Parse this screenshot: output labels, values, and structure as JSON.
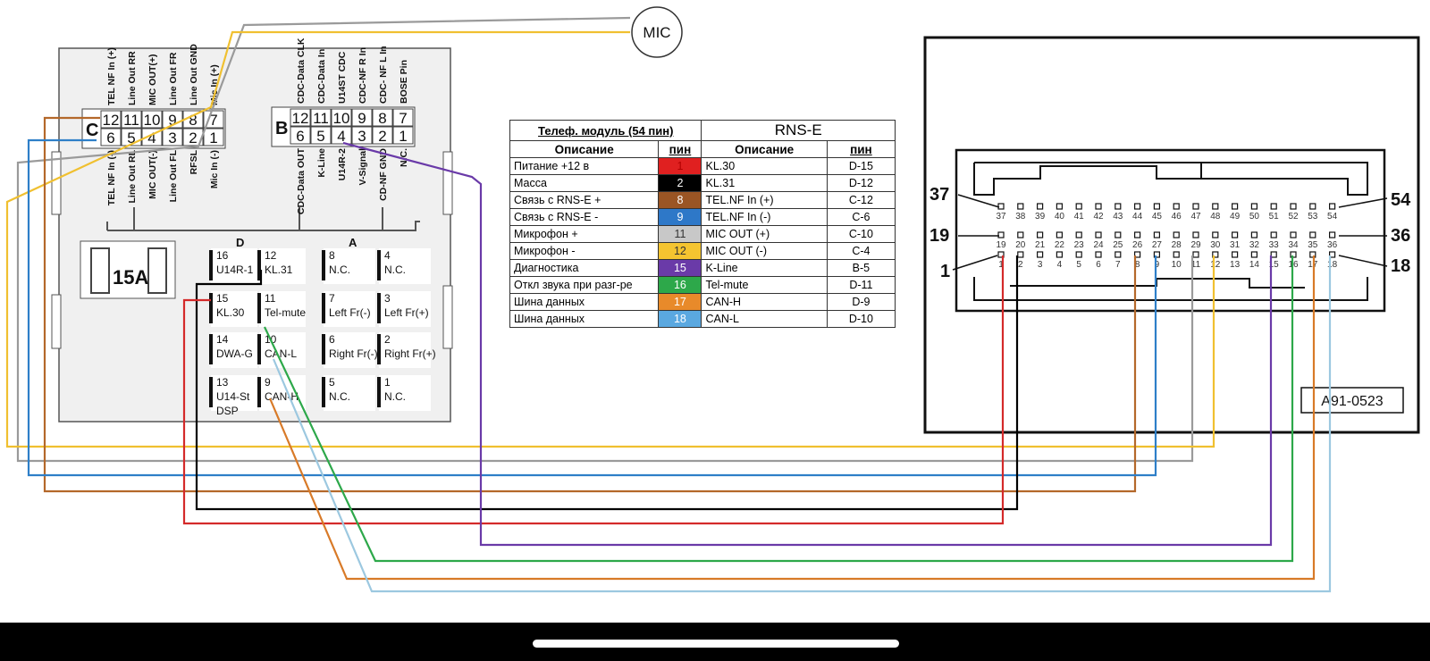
{
  "mic": {
    "label": "MIC"
  },
  "left_connector": {
    "c_block": {
      "letter": "C",
      "top_pins": [
        "12",
        "11",
        "10",
        "9",
        "8",
        "7"
      ],
      "bottom_pins": [
        "6",
        "5",
        "4",
        "3",
        "2",
        "1"
      ],
      "top_labels": [
        "TEL NF In (+)",
        "Line Out RR",
        "MIC OUT(+)",
        "Line Out FR",
        "Line Out GND",
        "Mic In (+)"
      ],
      "bottom_labels": [
        "TEL NF In (-)",
        "Line Out RL",
        "MIC OUT(-)",
        "Line Out FL",
        "RFSL",
        "Mic In (-)"
      ]
    },
    "b_block": {
      "letter": "B",
      "top_pins": [
        "12",
        "11",
        "10",
        "9",
        "8",
        "7"
      ],
      "bottom_pins": [
        "6",
        "5",
        "4",
        "3",
        "2",
        "1"
      ],
      "top_labels": [
        "CDC-Data CLK",
        "CDC-Data In",
        "U14ST CDC",
        "CDC-NF R In",
        "CDC- NF L In",
        "BOSE Pin"
      ],
      "bottom_labels": [
        "CDC-Data OUT",
        "K-Line",
        "U14R-2",
        "V-Signal",
        "CD-NF GND",
        "N.C."
      ]
    },
    "fuse_label": "15A",
    "block_d_label": "D",
    "block_a_label": "A",
    "pins": [
      {
        "num": "16",
        "name": "U14R-1"
      },
      {
        "num": "12",
        "name": "KL.31"
      },
      {
        "num": "8",
        "name": "N.C."
      },
      {
        "num": "4",
        "name": "N.C."
      },
      {
        "num": "15",
        "name": "KL.30"
      },
      {
        "num": "11",
        "name": "Tel-mute"
      },
      {
        "num": "7",
        "name": "Left Fr(-)"
      },
      {
        "num": "3",
        "name": "Left Fr(+)"
      },
      {
        "num": "14",
        "name": "DWA-G"
      },
      {
        "num": "10",
        "name": "CAN-L"
      },
      {
        "num": "6",
        "name": "Right Fr(-)"
      },
      {
        "num": "2",
        "name": "Right Fr(+)"
      },
      {
        "num": "13",
        "name": "U14-St DSP"
      },
      {
        "num": "9",
        "name": "CAN-H"
      },
      {
        "num": "5",
        "name": "N.C."
      },
      {
        "num": "1",
        "name": "N.C."
      }
    ]
  },
  "table": {
    "header_left": "Телеф. модуль (54 пин)",
    "header_right": "RNS-E",
    "col_desc": "Описание",
    "col_pin": "пин",
    "rows": [
      {
        "desc": "Питание +12 в",
        "pin": "1",
        "color": "#e02020",
        "text_color": "#b00000",
        "rns_desc": "KL.30",
        "rns_pin": "D-15"
      },
      {
        "desc": "Масса",
        "pin": "2",
        "color": "#000000",
        "text_color": "#ffffff",
        "rns_desc": "KL.31",
        "rns_pin": "D-12"
      },
      {
        "desc": "Связь с RNS-E +",
        "pin": "8",
        "color": "#9a5524",
        "text_color": "#ffffff",
        "rns_desc": "TEL.NF In (+)",
        "rns_pin": "C-12"
      },
      {
        "desc": "Связь с RNS-E -",
        "pin": "9",
        "color": "#2e78c8",
        "text_color": "#ffffff",
        "rns_desc": "TEL.NF In (-)",
        "rns_pin": "C-6"
      },
      {
        "desc": "Микрофон +",
        "pin": "11",
        "color": "#c8c8c8",
        "text_color": "#333333",
        "rns_desc": "MIC OUT (+)",
        "rns_pin": "C-10"
      },
      {
        "desc": "Микрофон -",
        "pin": "12",
        "color": "#f4c430",
        "text_color": "#333333",
        "rns_desc": "MIC OUT (-)",
        "rns_pin": "C-4"
      },
      {
        "desc": "Диагностика",
        "pin": "15",
        "color": "#6a3aa8",
        "text_color": "#ffffff",
        "rns_desc": "K-Line",
        "rns_pin": "B-5"
      },
      {
        "desc": "Откл звука при разг-ре",
        "pin": "16",
        "color": "#2da84a",
        "text_color": "#ffffff",
        "rns_desc": "Tel-mute",
        "rns_pin": "D-11"
      },
      {
        "desc": "Шина данных",
        "pin": "17",
        "color": "#e88a2a",
        "text_color": "#ffffff",
        "rns_desc": "CAN-H",
        "rns_pin": "D-9"
      },
      {
        "desc": "Шина данных",
        "pin": "18",
        "color": "#5aa8e0",
        "text_color": "#ffffff",
        "rns_desc": "CAN-L",
        "rns_pin": "D-10"
      }
    ]
  },
  "right_connector": {
    "row_top": [
      "37",
      "38",
      "39",
      "40",
      "41",
      "42",
      "43",
      "44",
      "45",
      "46",
      "47",
      "48",
      "49",
      "50",
      "51",
      "52",
      "53",
      "54"
    ],
    "row_mid": [
      "19",
      "20",
      "21",
      "22",
      "23",
      "24",
      "25",
      "26",
      "27",
      "28",
      "29",
      "30",
      "31",
      "32",
      "33",
      "34",
      "35",
      "36"
    ],
    "row_bot": [
      "1",
      "2",
      "3",
      "4",
      "5",
      "6",
      "7",
      "8",
      "9",
      "10",
      "11",
      "12",
      "13",
      "14",
      "15",
      "16",
      "17",
      "18"
    ],
    "left_labels": [
      "37",
      "19",
      "1"
    ],
    "right_labels": [
      "54",
      "36",
      "18"
    ],
    "part_number": "A91-0523"
  },
  "wire_colors": {
    "red": "#d42a2a",
    "black": "#000000",
    "brown": "#b4682a",
    "blue": "#2e7fc8",
    "gray": "#9a9a9a",
    "yellow": "#f0c030",
    "purple": "#6a3aa8",
    "green": "#2da84a",
    "orange": "#d87a28",
    "lightblue": "#9cc8e0"
  }
}
